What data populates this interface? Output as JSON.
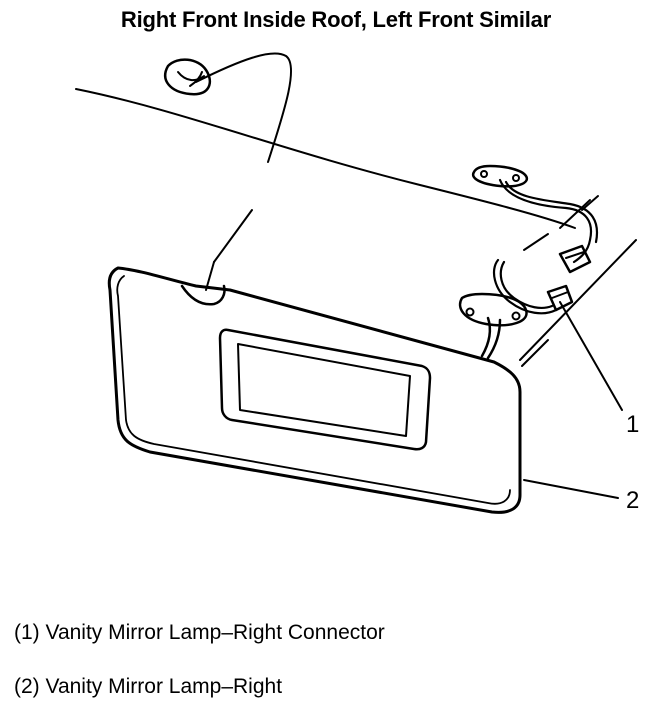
{
  "title": "Right Front Inside Roof, Left Front Similar",
  "callouts": [
    {
      "number": "1"
    },
    {
      "number": "2"
    }
  ],
  "legend": [
    "(1) Vanity Mirror Lamp–Right Connector",
    "(2) Vanity Mirror Lamp–Right"
  ]
}
